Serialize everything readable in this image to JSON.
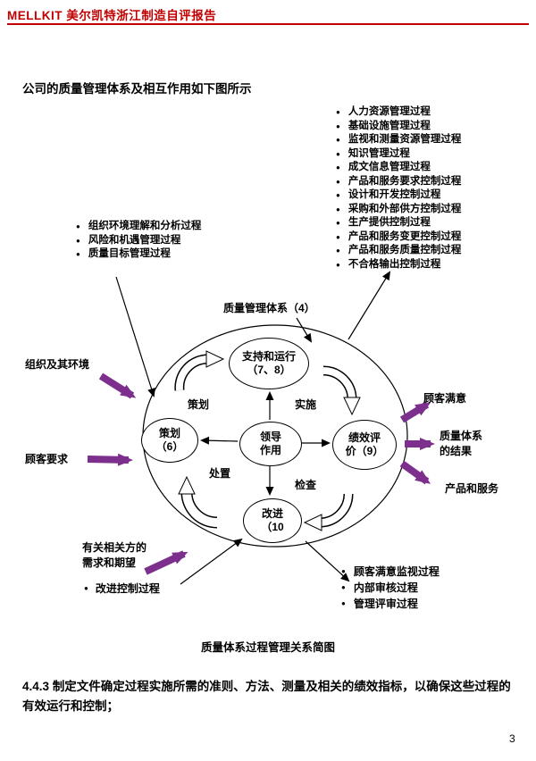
{
  "header": {
    "title": "MELLKIT 美尔凯特浙江制造自评报告"
  },
  "intro": "公司的质量管理体系及相互作用如下图所示",
  "right_process_list": [
    "人力资源管理过程",
    "基础设施管理过程",
    "监视和测量资源管理过程",
    "知识管理过程",
    "成文信息管理过程",
    "产品和服务要求控制过程",
    "设计和开发控制过程",
    "采购和外部供方控制过程",
    "生产提供控制过程",
    "产品和服务变更控制过程",
    "产品和服务质量控制过程",
    "不合格输出控制过程"
  ],
  "left_process_list": [
    "组织环境理解和分析过程",
    "风险和机遇管理过程",
    "质量目标管理过程"
  ],
  "diagram": {
    "system_label": "质量管理体系（4）",
    "nodes": {
      "support": {
        "l1": "支持和运行",
        "l2": "（7、8）"
      },
      "plan": {
        "l1": "策划",
        "l2": "（6）"
      },
      "leadership": {
        "l1": "领导",
        "l2": "作用"
      },
      "evaluation": {
        "l1": "绩效评",
        "l2": "价（9）"
      },
      "improvement": {
        "l1": "改进",
        "l2": "（10"
      }
    },
    "pdca": {
      "plan": "策划",
      "do": "实施",
      "check": "检查",
      "act": "处置"
    },
    "left_labels": {
      "org_env": "组织及其环境",
      "customer_req": "顾客要求",
      "stakeholder_l1": "有关相关方的",
      "stakeholder_l2": "需求和期望",
      "improve_ctrl": "改进控制过程"
    },
    "right_labels": {
      "satisfaction": "顾客满意",
      "result_l1": "质量体系",
      "result_l2": "的结果",
      "products": "产品和服务"
    },
    "bottom_right_list": [
      "顾客满意监视过程",
      "内部审核过程",
      "管理评审过程"
    ],
    "caption": "质量体系过程管理关系简图"
  },
  "paragraph": "4.4.3  制定文件确定过程实施所需的准则、方法、测量及相关的绩效指标，以确保这些过程的有效运行和控制；",
  "page_number": "3",
  "colors": {
    "accent_red": "#c00000",
    "arrow_purple": "#7d2f8d"
  }
}
